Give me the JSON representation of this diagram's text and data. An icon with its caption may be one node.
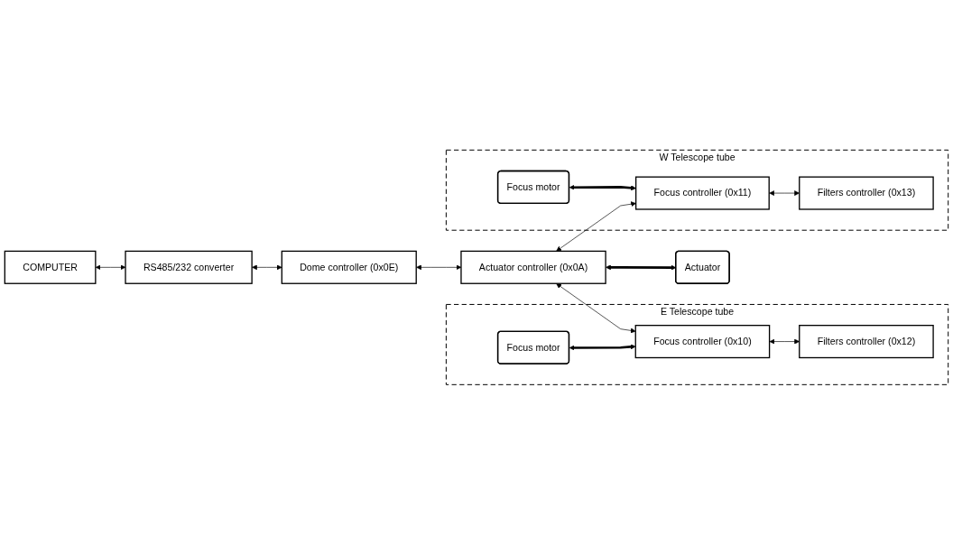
{
  "diagram": {
    "nodes": [
      {
        "text": [
          "E Telescope tube"
        ]
      },
      {
        "text": [
          "Focus motor"
        ],
        "in": 0
      },
      {
        "text": [
          "Focus controller (0x10)"
        ],
        "in": 0
      },
      {
        "text": [
          "Filters controller (0x12)"
        ],
        "in": 0
      },
      {
        "text": [
          "COMPUTER"
        ]
      },
      {
        "text": [
          "RS485/232 converter"
        ]
      },
      {
        "text": [
          "Dome controller (0x0E)"
        ]
      },
      {
        "text": [
          "Actuator controller (0x0A)"
        ]
      },
      {
        "text": [
          "Actuator"
        ]
      },
      {
        "text": [
          "W Telescope tube"
        ]
      },
      {
        "text": [
          "Focus motor"
        ],
        "in": 9
      },
      {
        "text": [
          "Focus controller (0x11)"
        ],
        "in": 9
      },
      {
        "text": [
          "Filters controller (0x13)"
        ],
        "in": 9
      }
    ],
    "edges": [
      {
        "from": 4,
        "to": 5,
        "arrow": "both"
      },
      {
        "from": 5,
        "to": 6,
        "arrow": "both"
      },
      {
        "from": 6,
        "to": 7,
        "arrow": "both"
      },
      {
        "from": 1,
        "to": 2,
        "arrow": "both",
        "style": "thick"
      },
      {
        "from": 2,
        "to": 3,
        "arrow": "both"
      },
      {
        "from": 7,
        "to": 2,
        "arrow": "both"
      },
      {
        "from": 7,
        "to": 8,
        "arrow": "both",
        "style": "thick"
      },
      {
        "from": 7,
        "to": 11,
        "arrow": "both"
      },
      {
        "from": 10,
        "to": 11,
        "arrow": "both",
        "style": "thick"
      },
      {
        "from": 11,
        "to": 12,
        "arrow": "both"
      }
    ]
  }
}
